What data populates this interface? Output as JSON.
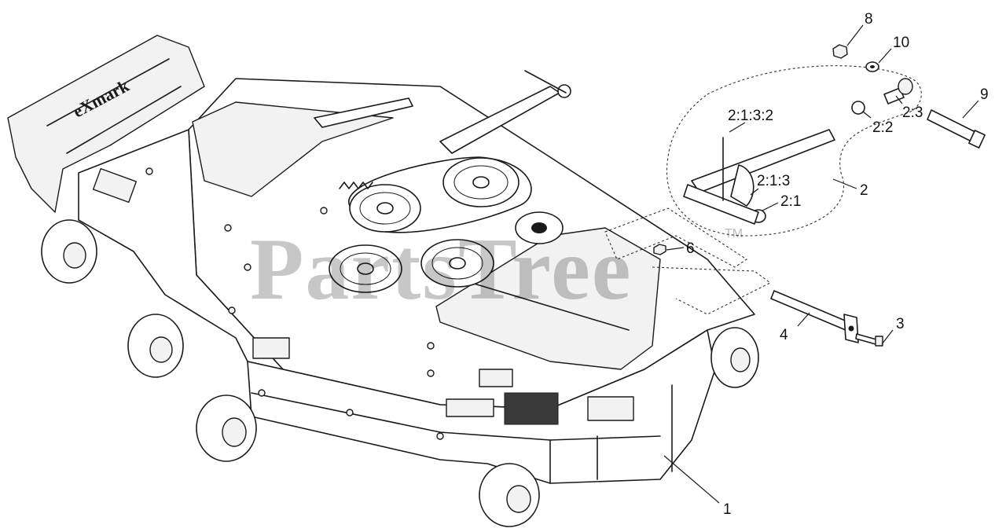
{
  "watermark": {
    "text": "PartsTree",
    "trademark": "TM"
  },
  "deck_brand": "eXmark",
  "callouts": [
    {
      "id": "1",
      "label": "1"
    },
    {
      "id": "2",
      "label": "2"
    },
    {
      "id": "2:1",
      "label": "2:1"
    },
    {
      "id": "2:1:3",
      "label": "2:1:3"
    },
    {
      "id": "2:1:3:2",
      "label": "2:1:3:2"
    },
    {
      "id": "2:2",
      "label": "2:2"
    },
    {
      "id": "2:3",
      "label": "2:3"
    },
    {
      "id": "3",
      "label": "3"
    },
    {
      "id": "4",
      "label": "4"
    },
    {
      "id": "6",
      "label": "6"
    },
    {
      "id": "8",
      "label": "8"
    },
    {
      "id": "9",
      "label": "9"
    },
    {
      "id": "10",
      "label": "10"
    }
  ]
}
